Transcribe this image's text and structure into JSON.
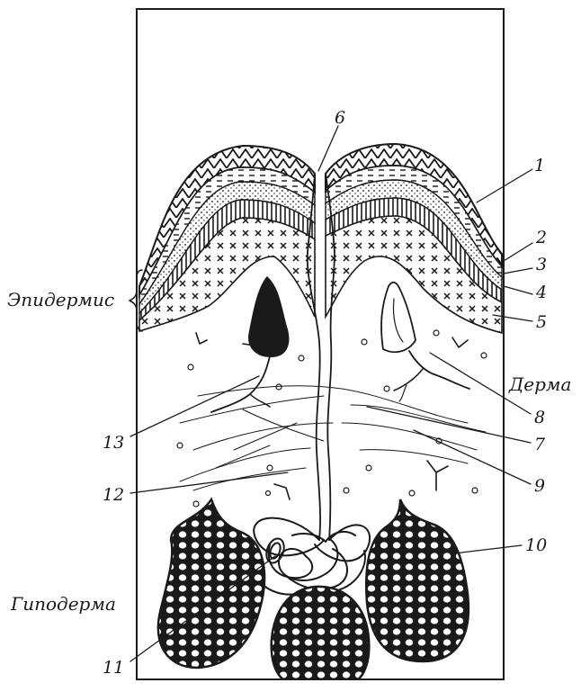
{
  "regions": {
    "epidermis": "Эпидермис",
    "dermis": "Дерма",
    "hypodermis": "Гиподерма"
  },
  "numbers": [
    "1",
    "2",
    "3",
    "4",
    "5",
    "6",
    "7",
    "8",
    "9",
    "10",
    "11",
    "12",
    "13"
  ],
  "colors": {
    "ink": "#1a1a1a",
    "paper": "#ffffff"
  }
}
